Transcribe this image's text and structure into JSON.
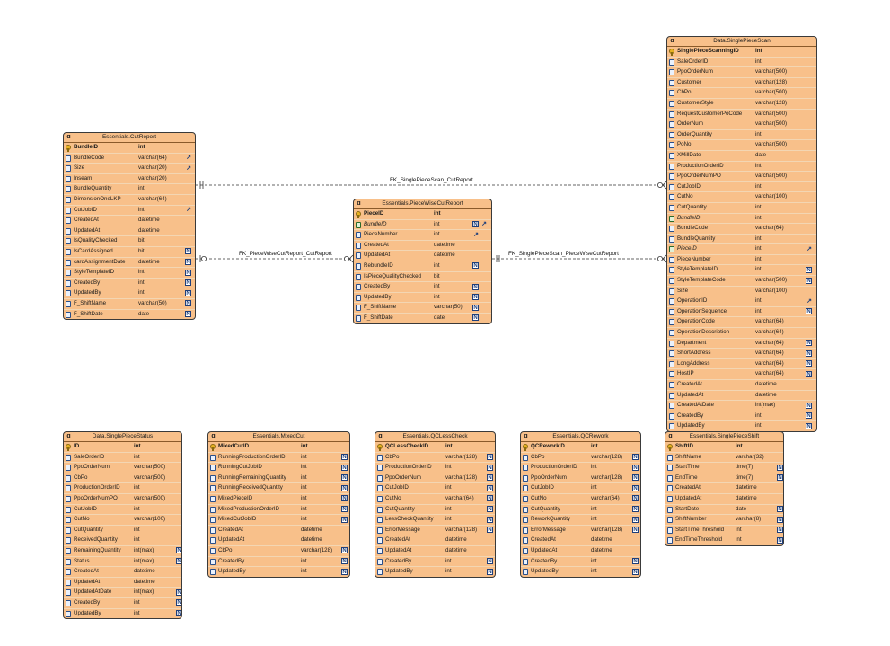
{
  "relationships": [
    {
      "name": "FK_SinglePieceScan_CutReport"
    },
    {
      "name": "FK_PieceWiseCutReport_CutReport"
    },
    {
      "name": "FK_SinglePieceScan_PieceWiseCutReport"
    }
  ],
  "entities": [
    {
      "title": "Essentials.CutReport",
      "columns": [
        {
          "name": "BundleID",
          "type": "int",
          "pk": true
        },
        {
          "name": "BundleCode",
          "type": "varchar(64)",
          "flags": [
            "ref"
          ]
        },
        {
          "name": "Size",
          "type": "varchar(20)",
          "flags": [
            "ref"
          ]
        },
        {
          "name": "Inseam",
          "type": "varchar(20)"
        },
        {
          "name": "BundleQuantity",
          "type": "int"
        },
        {
          "name": "DimensionOneLKP",
          "type": "varchar(64)"
        },
        {
          "name": "CutJobID",
          "type": "int",
          "flags": [
            "ref"
          ]
        },
        {
          "name": "CreatedAt",
          "type": "datetime"
        },
        {
          "name": "UpdatedAt",
          "type": "datetime"
        },
        {
          "name": "IsQualityChecked",
          "type": "bit"
        },
        {
          "name": "IsCardAssigned",
          "type": "bit",
          "flags": [
            "null"
          ]
        },
        {
          "name": "cardAssignmentDate",
          "type": "datetime",
          "flags": [
            "null"
          ]
        },
        {
          "name": "StyleTemplateID",
          "type": "int",
          "flags": [
            "null"
          ]
        },
        {
          "name": "CreatedBy",
          "type": "int",
          "flags": [
            "null"
          ]
        },
        {
          "name": "UpdatedBy",
          "type": "int",
          "flags": [
            "null"
          ]
        },
        {
          "name": "F_ShiftName",
          "type": "varchar(50)",
          "flags": [
            "null"
          ]
        },
        {
          "name": "F_ShiftDate",
          "type": "date",
          "flags": [
            "null"
          ]
        }
      ]
    },
    {
      "title": "Essentials.PieceWiseCutReport",
      "columns": [
        {
          "name": "PieceID",
          "type": "int",
          "pk": true
        },
        {
          "name": "BundleID",
          "type": "int",
          "fk": true,
          "flags": [
            "null",
            "ref"
          ]
        },
        {
          "name": "PieceNumber",
          "type": "int",
          "flags": [
            "ref"
          ]
        },
        {
          "name": "CreatedAt",
          "type": "datetime"
        },
        {
          "name": "UpdatedAt",
          "type": "datetime"
        },
        {
          "name": "RebundleID",
          "type": "int",
          "flags": [
            "null"
          ]
        },
        {
          "name": "IsPieceQualityChecked",
          "type": "bit"
        },
        {
          "name": "CreatedBy",
          "type": "int",
          "flags": [
            "null"
          ]
        },
        {
          "name": "UpdatedBy",
          "type": "int",
          "flags": [
            "null"
          ]
        },
        {
          "name": "F_ShiftName",
          "type": "varchar(50)",
          "flags": [
            "null"
          ]
        },
        {
          "name": "F_ShiftDate",
          "type": "date",
          "flags": [
            "null"
          ]
        }
      ]
    },
    {
      "title": "Data.SinglePieceScan",
      "columns": [
        {
          "name": "SinglePieceScanningID",
          "type": "int",
          "pk": true
        },
        {
          "name": "SaleOrderID",
          "type": "int"
        },
        {
          "name": "PpoOrderNum",
          "type": "varchar(500)"
        },
        {
          "name": "Customer",
          "type": "varchar(128)"
        },
        {
          "name": "CbPo",
          "type": "varchar(500)"
        },
        {
          "name": "CustomerStyle",
          "type": "varchar(128)"
        },
        {
          "name": "RequestCustomerPoCode",
          "type": "varchar(500)"
        },
        {
          "name": "OrderNum",
          "type": "varchar(500)"
        },
        {
          "name": "OrderQuantity",
          "type": "int"
        },
        {
          "name": "PoNo",
          "type": "varchar(500)"
        },
        {
          "name": "XMillDate",
          "type": "date"
        },
        {
          "name": "ProductionOrderID",
          "type": "int"
        },
        {
          "name": "PpoOrderNumPO",
          "type": "varchar(500)"
        },
        {
          "name": "CutJobID",
          "type": "int"
        },
        {
          "name": "CutNo",
          "type": "varchar(100)"
        },
        {
          "name": "CutQuantity",
          "type": "int"
        },
        {
          "name": "BundleID",
          "type": "int",
          "fk": true
        },
        {
          "name": "BundleCode",
          "type": "varchar(64)"
        },
        {
          "name": "BundleQuantity",
          "type": "int"
        },
        {
          "name": "PieceID",
          "type": "int",
          "fk": true,
          "flags": [
            "ref"
          ]
        },
        {
          "name": "PieceNumber",
          "type": "int"
        },
        {
          "name": "StyleTemplateID",
          "type": "int",
          "flags": [
            "null"
          ]
        },
        {
          "name": "StyleTemplateCode",
          "type": "varchar(500)",
          "flags": [
            "null"
          ]
        },
        {
          "name": "Size",
          "type": "varchar(100)"
        },
        {
          "name": "OperationID",
          "type": "int",
          "flags": [
            "ref"
          ]
        },
        {
          "name": "OperationSequence",
          "type": "int",
          "flags": [
            "null"
          ]
        },
        {
          "name": "OperationCode",
          "type": "varchar(64)"
        },
        {
          "name": "OperationDescription",
          "type": "varchar(64)"
        },
        {
          "name": "Department",
          "type": "varchar(64)",
          "flags": [
            "null"
          ]
        },
        {
          "name": "ShortAddress",
          "type": "varchar(64)",
          "flags": [
            "null"
          ]
        },
        {
          "name": "LongAddress",
          "type": "varchar(64)",
          "flags": [
            "null"
          ]
        },
        {
          "name": "HostIP",
          "type": "varchar(64)",
          "flags": [
            "null"
          ]
        },
        {
          "name": "CreatedAt",
          "type": "datetime"
        },
        {
          "name": "UpdatedAt",
          "type": "datetime"
        },
        {
          "name": "CreatedAtDate",
          "type": "int(max)",
          "flags": [
            "null"
          ]
        },
        {
          "name": "CreatedBy",
          "type": "int",
          "flags": [
            "null"
          ]
        },
        {
          "name": "UpdatedBy",
          "type": "int",
          "flags": [
            "null"
          ]
        }
      ]
    },
    {
      "title": "Data.SinglePieceStatus",
      "columns": [
        {
          "name": "ID",
          "type": "int",
          "pk": true
        },
        {
          "name": "SaleOrderID",
          "type": "int"
        },
        {
          "name": "PpoOrderNum",
          "type": "varchar(500)"
        },
        {
          "name": "CbPo",
          "type": "varchar(500)"
        },
        {
          "name": "ProductionOrderID",
          "type": "int"
        },
        {
          "name": "PpoOrderNumPO",
          "type": "varchar(500)"
        },
        {
          "name": "CutJobID",
          "type": "int"
        },
        {
          "name": "CutNo",
          "type": "varchar(100)"
        },
        {
          "name": "CutQuantity",
          "type": "int"
        },
        {
          "name": "ReceivedQuantity",
          "type": "int"
        },
        {
          "name": "RemainingQuantity",
          "type": "int(max)",
          "flags": [
            "null"
          ]
        },
        {
          "name": "Status",
          "type": "int(max)",
          "flags": [
            "null"
          ]
        },
        {
          "name": "CreatedAt",
          "type": "datetime"
        },
        {
          "name": "UpdatedAt",
          "type": "datetime"
        },
        {
          "name": "UpdatedAtDate",
          "type": "int(max)",
          "flags": [
            "null"
          ]
        },
        {
          "name": "CreatedBy",
          "type": "int",
          "flags": [
            "null"
          ]
        },
        {
          "name": "UpdatedBy",
          "type": "int",
          "flags": [
            "null"
          ]
        }
      ]
    },
    {
      "title": "Essentials.MixedCut",
      "columns": [
        {
          "name": "MixedCutID",
          "type": "int",
          "pk": true
        },
        {
          "name": "RunningProductionOrderID",
          "type": "int",
          "flags": [
            "null"
          ]
        },
        {
          "name": "RunningCutJobID",
          "type": "int",
          "flags": [
            "null"
          ]
        },
        {
          "name": "RunningRemainingQuantity",
          "type": "int",
          "flags": [
            "null"
          ]
        },
        {
          "name": "RunningReceivedQuantity",
          "type": "int",
          "flags": [
            "null"
          ]
        },
        {
          "name": "MixedPieceID",
          "type": "int",
          "flags": [
            "null"
          ]
        },
        {
          "name": "MixedProductionOrderID",
          "type": "int",
          "flags": [
            "null"
          ]
        },
        {
          "name": "MixedCutJobID",
          "type": "int",
          "flags": [
            "null"
          ]
        },
        {
          "name": "CreatedAt",
          "type": "datetime"
        },
        {
          "name": "UpdatedAt",
          "type": "datetime"
        },
        {
          "name": "CbPo",
          "type": "varchar(128)",
          "flags": [
            "null"
          ]
        },
        {
          "name": "CreatedBy",
          "type": "int",
          "flags": [
            "null"
          ]
        },
        {
          "name": "UpdatedBy",
          "type": "int",
          "flags": [
            "null"
          ]
        }
      ]
    },
    {
      "title": "Essentials.QCLessCheck",
      "columns": [
        {
          "name": "QCLessCheckID",
          "type": "int",
          "pk": true
        },
        {
          "name": "CbPo",
          "type": "varchar(128)",
          "flags": [
            "null"
          ]
        },
        {
          "name": "ProductionOrderID",
          "type": "int",
          "flags": [
            "null"
          ]
        },
        {
          "name": "PpoOrderNum",
          "type": "varchar(128)",
          "flags": [
            "null"
          ]
        },
        {
          "name": "CutJobID",
          "type": "int",
          "flags": [
            "null"
          ]
        },
        {
          "name": "CutNo",
          "type": "varchar(64)",
          "flags": [
            "null"
          ]
        },
        {
          "name": "CutQuantity",
          "type": "int",
          "flags": [
            "null"
          ]
        },
        {
          "name": "LessCheckQuantity",
          "type": "int",
          "flags": [
            "null"
          ]
        },
        {
          "name": "ErrorMessage",
          "type": "varchar(128)",
          "flags": [
            "null"
          ]
        },
        {
          "name": "CreatedAt",
          "type": "datetime"
        },
        {
          "name": "UpdatedAt",
          "type": "datetime"
        },
        {
          "name": "CreatedBy",
          "type": "int",
          "flags": [
            "null"
          ]
        },
        {
          "name": "UpdatedBy",
          "type": "int",
          "flags": [
            "null"
          ]
        }
      ]
    },
    {
      "title": "Essentials.QCRework",
      "columns": [
        {
          "name": "QCReworkID",
          "type": "int",
          "pk": true
        },
        {
          "name": "CbPo",
          "type": "varchar(128)",
          "flags": [
            "null"
          ]
        },
        {
          "name": "ProductionOrderID",
          "type": "int",
          "flags": [
            "null"
          ]
        },
        {
          "name": "PpoOrderNum",
          "type": "varchar(128)",
          "flags": [
            "null"
          ]
        },
        {
          "name": "CutJobID",
          "type": "int",
          "flags": [
            "null"
          ]
        },
        {
          "name": "CutNo",
          "type": "varchar(64)",
          "flags": [
            "null"
          ]
        },
        {
          "name": "CutQuantity",
          "type": "int",
          "flags": [
            "null"
          ]
        },
        {
          "name": "ReworkQuantity",
          "type": "int",
          "flags": [
            "null"
          ]
        },
        {
          "name": "ErrorMessage",
          "type": "varchar(128)",
          "flags": [
            "null"
          ]
        },
        {
          "name": "CreatedAt",
          "type": "datetime"
        },
        {
          "name": "UpdatedAt",
          "type": "datetime"
        },
        {
          "name": "CreatedBy",
          "type": "int",
          "flags": [
            "null"
          ]
        },
        {
          "name": "UpdatedBy",
          "type": "int",
          "flags": [
            "null"
          ]
        }
      ]
    },
    {
      "title": "Essentials.SinglePieceShift",
      "columns": [
        {
          "name": "ShiftID",
          "type": "int",
          "pk": true
        },
        {
          "name": "ShiftName",
          "type": "varchar(32)"
        },
        {
          "name": "StartTime",
          "type": "time(7)",
          "flags": [
            "null"
          ]
        },
        {
          "name": "EndTime",
          "type": "time(7)",
          "flags": [
            "null"
          ]
        },
        {
          "name": "CreatedAt",
          "type": "datetime"
        },
        {
          "name": "UpdatedAt",
          "type": "datetime"
        },
        {
          "name": "StartDate",
          "type": "date",
          "flags": [
            "null"
          ]
        },
        {
          "name": "ShiftNumber",
          "type": "varchar(8)",
          "flags": [
            "null"
          ]
        },
        {
          "name": "StartTimeThreshold",
          "type": "int",
          "flags": [
            "null"
          ]
        },
        {
          "name": "EndTimeThreshold",
          "type": "int",
          "flags": [
            "null"
          ]
        }
      ]
    }
  ]
}
